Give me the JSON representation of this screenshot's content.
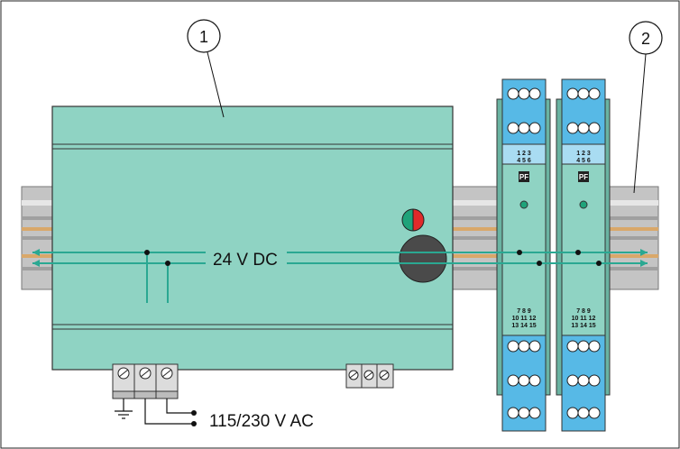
{
  "callouts": [
    {
      "number": "1"
    },
    {
      "number": "2"
    }
  ],
  "labels": {
    "bus_voltage": "24 V DC",
    "mains_supply": "115/230 V AC"
  },
  "modules": [
    {
      "top_terminal_numbers": [
        "1  2  3",
        "4  5  6"
      ],
      "bottom_terminal_numbers": [
        "7  8  9",
        "10 11 12",
        "13 14 15"
      ],
      "logo": "PF"
    },
    {
      "top_terminal_numbers": [
        "1  2  3",
        "4  5  6"
      ],
      "bottom_terminal_numbers": [
        "7  8  9",
        "10 11 12",
        "13 14 15"
      ],
      "logo": "PF"
    }
  ],
  "colors": {
    "housing": "#8fd3c3",
    "housing_dark": "#6ab3a2",
    "rail": "#b8b8b8",
    "bus_line": "#2aa892",
    "terminal_blue": "#57b9e6",
    "led_green": "#1fa37a",
    "led_red": "#e02a2a",
    "knob": "#4a4a4a"
  }
}
